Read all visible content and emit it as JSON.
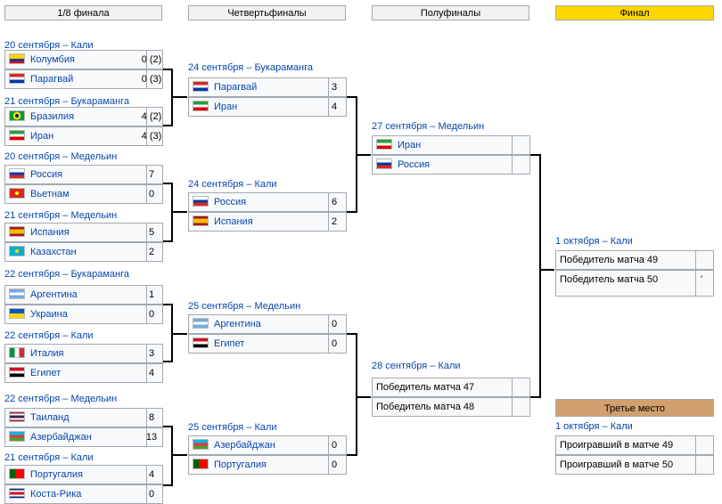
{
  "rounds": {
    "r16": "1/8 финала",
    "qf": "Четвертьфиналы",
    "sf": "Полуфиналы",
    "final": "Финал",
    "third": "Третье место"
  },
  "colors": {
    "final_header": "#ffd700",
    "third_header": "#d2a06e",
    "line": "#000000",
    "link": "#0645ad"
  },
  "r16": [
    {
      "date": "20 сентября – Кали",
      "team1": {
        "name": "Колумбия",
        "flag": "colombia",
        "score": "0 (2)"
      },
      "team2": {
        "name": "Парагвай",
        "flag": "paraguay",
        "score": "0 (3)"
      }
    },
    {
      "date": "21 сентября – Букараманга",
      "team1": {
        "name": "Бразилия",
        "flag": "brazil",
        "score": "4 (2)"
      },
      "team2": {
        "name": "Иран",
        "flag": "iran",
        "score": "4 (3)"
      }
    },
    {
      "date": "20 сентября – Медельин",
      "team1": {
        "name": "Россия",
        "flag": "russia",
        "score": "7"
      },
      "team2": {
        "name": "Вьетнам",
        "flag": "vietnam",
        "score": "0"
      }
    },
    {
      "date": "21 сентября – Медельин",
      "team1": {
        "name": "Испания",
        "flag": "spain",
        "score": "5"
      },
      "team2": {
        "name": "Казахстан",
        "flag": "kazakhstan",
        "score": "2"
      }
    },
    {
      "date": "22 сентября – Букараманга",
      "team1": {
        "name": "Аргентина",
        "flag": "argentina",
        "score": "1"
      },
      "team2": {
        "name": "Украина",
        "flag": "ukraine",
        "score": "0"
      }
    },
    {
      "date": "22 сентября – Кали",
      "team1": {
        "name": "Италия",
        "flag": "italy",
        "score": "3"
      },
      "team2": {
        "name": "Египет",
        "flag": "egypt",
        "score": "4"
      }
    },
    {
      "date": "22 сентября – Медельин",
      "team1": {
        "name": "Таиланд",
        "flag": "thailand",
        "score": "8"
      },
      "team2": {
        "name": "Азербайджан",
        "flag": "azerbaijan",
        "score": "13"
      }
    },
    {
      "date": "21 сентября – Кали",
      "team1": {
        "name": "Португалия",
        "flag": "portugal",
        "score": "4"
      },
      "team2": {
        "name": "Коста-Рика",
        "flag": "costarica",
        "score": "0"
      }
    }
  ],
  "qf": [
    {
      "date": "24 сентября – Букараманга",
      "team1": {
        "name": "Парагвай",
        "flag": "paraguay",
        "score": "3"
      },
      "team2": {
        "name": "Иран",
        "flag": "iran",
        "score": "4"
      }
    },
    {
      "date": "24 сентября – Кали",
      "team1": {
        "name": "Россия",
        "flag": "russia",
        "score": "6"
      },
      "team2": {
        "name": "Испания",
        "flag": "spain",
        "score": "2"
      }
    },
    {
      "date": "25 сентября – Медельин",
      "team1": {
        "name": "Аргентина",
        "flag": "argentina",
        "score": "0"
      },
      "team2": {
        "name": "Египет",
        "flag": "egypt",
        "score": "0"
      }
    },
    {
      "date": "25 сентября – Кали",
      "team1": {
        "name": "Азербайджан",
        "flag": "azerbaijan",
        "score": "0"
      },
      "team2": {
        "name": "Португалия",
        "flag": "portugal",
        "score": "0"
      }
    }
  ],
  "sf": [
    {
      "date": "27 сентября – Медельин",
      "team1": {
        "name": "Иран",
        "flag": "iran",
        "score": ""
      },
      "team2": {
        "name": "Россия",
        "flag": "russia",
        "score": ""
      }
    },
    {
      "date": "28 сентября – Кали",
      "team1": {
        "name": "Победитель матча 47",
        "flag": "",
        "score": ""
      },
      "team2": {
        "name": "Победитель матча 48",
        "flag": "",
        "score": ""
      }
    }
  ],
  "final": {
    "date": "1 октября – Кали",
    "team1": {
      "name": "Победитель матча 49",
      "flag": "",
      "score": ""
    },
    "team2": {
      "name": "Победитель матча 50",
      "flag": "",
      "score": "'"
    }
  },
  "third": {
    "date": "1 октября – Кали",
    "team1": {
      "name": "Проигравший в матче 49",
      "flag": "",
      "score": ""
    },
    "team2": {
      "name": "Проигравший в матче 50",
      "flag": "",
      "score": ""
    }
  }
}
